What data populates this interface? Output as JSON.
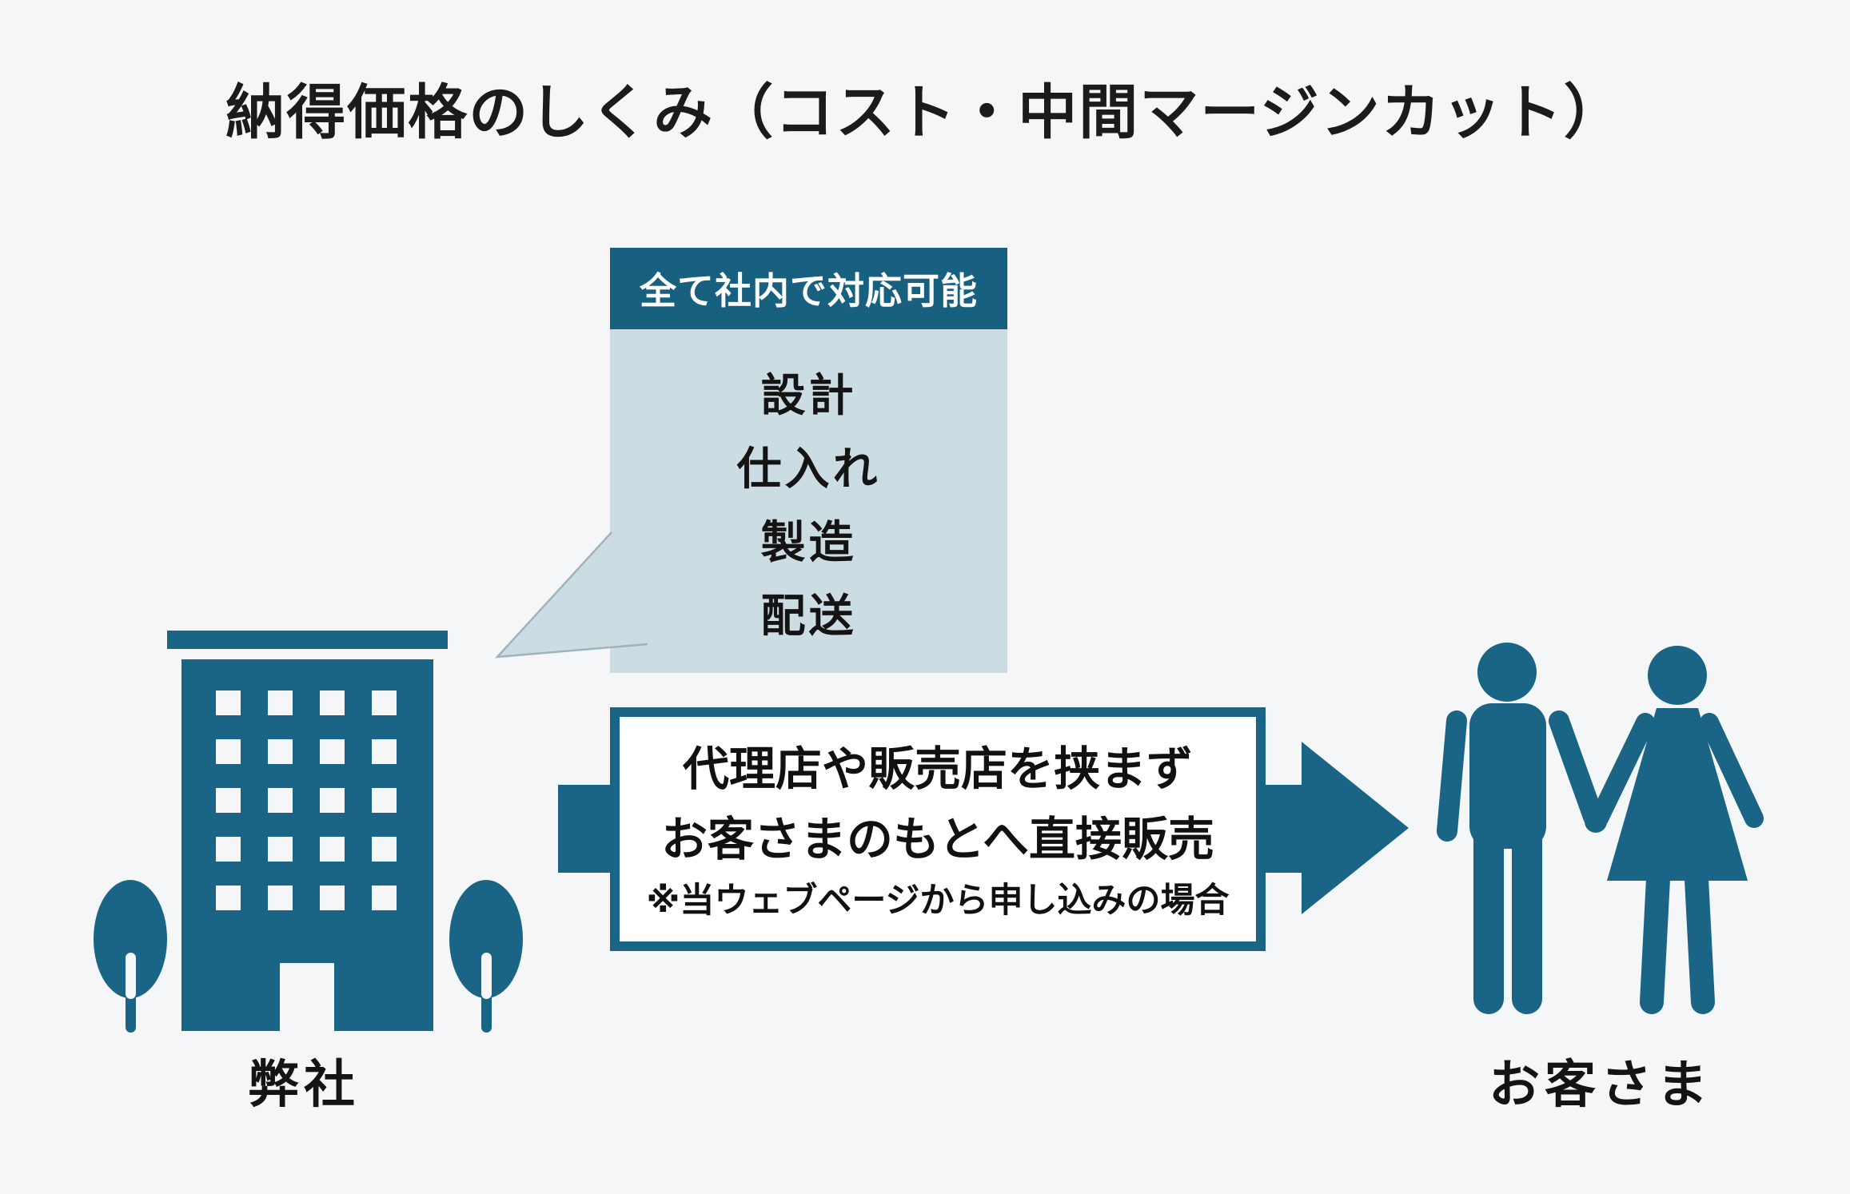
{
  "title": "納得価格のしくみ（コスト・中間マージンカット）",
  "speech_bubble": {
    "header": "全て社内で対応可能",
    "items": [
      "設計",
      "仕入れ",
      "製造",
      "配送"
    ]
  },
  "direct_sales_box": {
    "line1": "代理店や販売店を挟まず",
    "line2": "お客さまのもとへ直接販売",
    "note": "※当ウェブページから申し込みの場合"
  },
  "company": {
    "label": "弊社"
  },
  "customers": {
    "label": "お客さま"
  },
  "icons": {
    "building": "building-icon",
    "tree_left": "tree-icon",
    "tree_right": "tree-icon",
    "arrow": "arrow-right-icon",
    "couple": "couple-icon",
    "speech_tail": "speech-bubble-tail"
  },
  "colors": {
    "teal": "#1A6486",
    "teal_header": "#17607F",
    "bubble_body": "#CBDCE3",
    "background": "#F4F6F7",
    "text": "#151515",
    "tail_stroke": "#9FB3BC"
  }
}
